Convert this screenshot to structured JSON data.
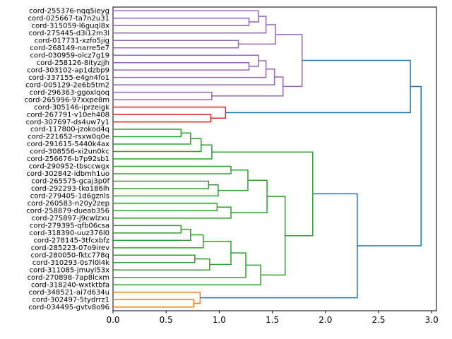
{
  "figure": {
    "background_color": "#ffffff",
    "title": ""
  },
  "x_axis": {
    "xlim": [
      0,
      3.045
    ],
    "ticks": [
      {
        "value": 0.0,
        "label": "0.0"
      },
      {
        "value": 0.5,
        "label": "0.5"
      },
      {
        "value": 1.0,
        "label": "1.0"
      },
      {
        "value": 1.5,
        "label": "1.5"
      },
      {
        "value": 2.0,
        "label": "2.0"
      },
      {
        "value": 2.5,
        "label": "2.5"
      },
      {
        "value": 3.0,
        "label": "3.0"
      }
    ]
  },
  "chart_data": {
    "type": "dendrogram",
    "orientation": "horizontal-root-right",
    "title": "",
    "xlabel": "",
    "ylabel": "",
    "leaf_labels": [
      "cord-255376-nqq5ieyg",
      "cord-025667-ta7n2u31",
      "cord-315059-l6guql8x",
      "cord-275445-d3i12m3l",
      "cord-017731-xzfo5jig",
      "cord-268149-narre5e7",
      "cord-030959-olcz7g19",
      "cord-258126-8ityzjjh",
      "cord-303102-ap1dzbp9",
      "cord-337155-e4gn4fo1",
      "cord-005129-2e6b5tm2",
      "cord-296363-ggoxlqoq",
      "cord-265996-97xxpe8m",
      "cord-305146-iprzeigk",
      "cord-267791-v10eh408",
      "cord-307697-ds4uw7y1",
      "cord-117800-jzokod4q",
      "cord-221652-rsxw0q0e",
      "cord-291615-5440k4ax",
      "cord-308556-xi2un0kc",
      "cord-256676-b7p92sb1",
      "cord-290952-tbsccwgx",
      "cord-302842-idbmh1uo",
      "cord-265575-gcaj3p0f",
      "cord-292293-tko186lh",
      "cord-279405-1d6gznls",
      "cord-260583-n20y2zep",
      "cord-258879-dueab356",
      "cord-275897-j9cwlzxu",
      "cord-279395-qfb06csa",
      "cord-318390-uuz376l0",
      "cord-278145-3tfcxbfz",
      "cord-285223-07o9irev",
      "cord-280050-fktc778q",
      "cord-310293-0s7l0l4k",
      "cord-311085-jmuyi53x",
      "cord-270898-7ap8lcxm",
      "cord-318240-wxtktbfa",
      "cord-348521-ai7d634u",
      "cord-302497-5tydrrz1",
      "cord-034495-gvtv8o96"
    ],
    "link_colors": {
      "blue": "#1f77b4",
      "orange": "#ff7f0e",
      "green": "#2ca02c",
      "red": "#d62728",
      "purple": "#9467bd"
    },
    "above_threshold_color": "#1f77b4",
    "merges_note": "each merge = [childA, childB, distance, colorKey]; children: 0-40 = leaves top-to-bottom, 41+ = earlier merges in order",
    "merges": [
      [
        1,
        2,
        1.28,
        "purple"
      ],
      [
        0,
        41,
        1.37,
        "purple"
      ],
      [
        42,
        3,
        1.44,
        "purple"
      ],
      [
        4,
        5,
        1.18,
        "purple"
      ],
      [
        43,
        44,
        1.53,
        "purple"
      ],
      [
        7,
        8,
        1.28,
        "purple"
      ],
      [
        6,
        46,
        1.37,
        "purple"
      ],
      [
        47,
        9,
        1.44,
        "purple"
      ],
      [
        48,
        10,
        1.52,
        "purple"
      ],
      [
        11,
        12,
        0.93,
        "purple"
      ],
      [
        49,
        50,
        1.6,
        "purple"
      ],
      [
        45,
        51,
        1.78,
        "purple"
      ],
      [
        14,
        15,
        0.92,
        "red"
      ],
      [
        13,
        53,
        1.06,
        "red"
      ],
      [
        52,
        54,
        2.8,
        "blue"
      ],
      [
        16,
        17,
        0.64,
        "green"
      ],
      [
        56,
        18,
        0.73,
        "green"
      ],
      [
        57,
        19,
        0.83,
        "green"
      ],
      [
        58,
        20,
        0.93,
        "green"
      ],
      [
        21,
        22,
        1.11,
        "green"
      ],
      [
        23,
        24,
        0.9,
        "green"
      ],
      [
        61,
        25,
        0.99,
        "green"
      ],
      [
        60,
        62,
        1.27,
        "green"
      ],
      [
        26,
        27,
        0.98,
        "green"
      ],
      [
        64,
        28,
        1.11,
        "green"
      ],
      [
        63,
        65,
        1.45,
        "green"
      ],
      [
        29,
        30,
        0.64,
        "green"
      ],
      [
        67,
        31,
        0.73,
        "green"
      ],
      [
        68,
        32,
        0.85,
        "green"
      ],
      [
        33,
        34,
        0.77,
        "green"
      ],
      [
        70,
        35,
        0.91,
        "green"
      ],
      [
        69,
        71,
        1.11,
        "green"
      ],
      [
        72,
        36,
        1.25,
        "green"
      ],
      [
        73,
        37,
        1.39,
        "green"
      ],
      [
        66,
        74,
        1.62,
        "green"
      ],
      [
        59,
        75,
        1.88,
        "green"
      ],
      [
        39,
        40,
        0.76,
        "orange"
      ],
      [
        38,
        77,
        0.82,
        "orange"
      ],
      [
        76,
        78,
        2.3,
        "blue"
      ],
      [
        55,
        79,
        2.9,
        "blue"
      ]
    ]
  }
}
